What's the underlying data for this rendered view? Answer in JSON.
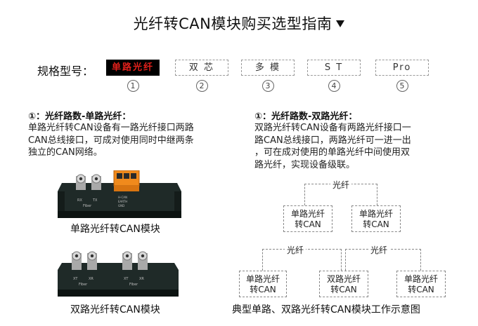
{
  "header": {
    "title": "光纤转CAN模块购买选型指南"
  },
  "spec": {
    "label": "规格型号：",
    "options": [
      {
        "label": "单路光纤",
        "num": "1",
        "selected": true
      },
      {
        "label": "双 芯",
        "num": "2",
        "selected": false
      },
      {
        "label": "多 模",
        "num": "3",
        "selected": false
      },
      {
        "label": "S T",
        "num": "4",
        "selected": false
      },
      {
        "label": "Pro",
        "num": "5",
        "selected": false
      }
    ]
  },
  "section_left": {
    "heading": "①：光纤路数-单路光纤：",
    "lines": [
      "单路光纤转CAN设备有一路光纤接口两路",
      "CAN总线接口，可成对使用同时中继两条",
      "独立的CAN网络。"
    ]
  },
  "section_right": {
    "heading": "①：光纤路数-双路光纤：",
    "lines": [
      "双路光纤转CAN设备有两路光纤接口一",
      "路CAN总线接口，两路光纤可一进一出",
      "，可在成对使用的单路光纤中间使用双",
      "路光纤，实现设备级联。"
    ]
  },
  "device_single": {
    "caption": "单路光纤转CAN模块",
    "port_labels": [
      "RX",
      "TX",
      "Fiber"
    ],
    "terminal_labels": [
      "H-CAN",
      "EARTH",
      "GND"
    ]
  },
  "device_dual": {
    "caption": "双路光纤转CAN模块",
    "port_labels": [
      "XT",
      "XR",
      "Fiber",
      "XT",
      "XR",
      "Fiber"
    ]
  },
  "diagram1": {
    "link_label": "光纤",
    "left_box": [
      "单路光纤",
      "转CAN"
    ],
    "right_box": [
      "单路光纤",
      "转CAN"
    ]
  },
  "diagram2": {
    "link_left": "光纤",
    "link_right": "光纤",
    "left_box": [
      "单路光纤",
      "转CAN"
    ],
    "mid_box": [
      "双路光纤",
      "转CAN"
    ],
    "right_box": [
      "单路光纤",
      "转CAN"
    ],
    "caption": "典型单路、双路光纤转CAN模块工作示意图"
  },
  "colors": {
    "selected_bg": "#000000",
    "selected_text": "#e0201b",
    "device_body": "#1f2a28",
    "terminal_orange": "#f08a1c"
  }
}
